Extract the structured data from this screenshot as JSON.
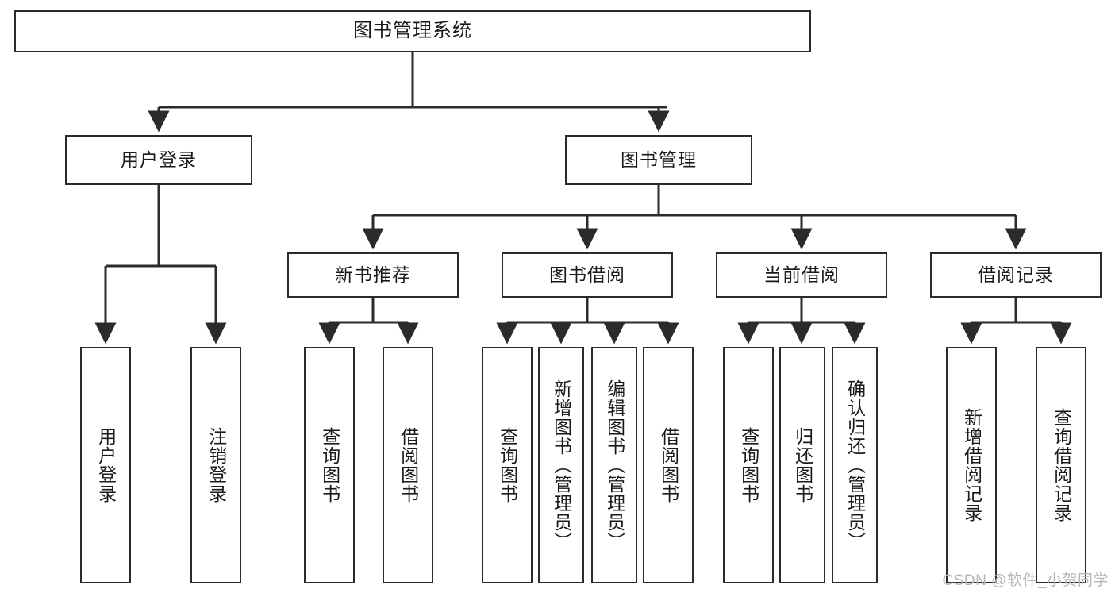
{
  "diagram": {
    "title": "图书管理系统",
    "type": "tree-hierarchy",
    "orientation": "top-down",
    "colors": {
      "stroke": "#2b2b2b",
      "node_fill": "#ffffff",
      "text": "#1a1a1a",
      "watermark": "#b7b7b7",
      "background": "#ffffff"
    },
    "nodes": {
      "root": {
        "label": "图书管理系统",
        "level": 0
      },
      "l1": [
        {
          "id": "user-login",
          "label": "用户登录",
          "level": 1
        },
        {
          "id": "book-manage",
          "label": "图书管理",
          "level": 1
        }
      ],
      "l2_user_login": [
        {
          "id": "login",
          "label": "用户登录",
          "level": 2
        },
        {
          "id": "logout",
          "label": "注销登录",
          "level": 2
        }
      ],
      "l2_book_manage": [
        {
          "id": "new-book-recommend",
          "label": "新书推荐",
          "level": 2
        },
        {
          "id": "book-borrow",
          "label": "图书借阅",
          "level": 2
        },
        {
          "id": "current-borrow",
          "label": "当前借阅",
          "level": 2
        },
        {
          "id": "borrow-record",
          "label": "借阅记录",
          "level": 2
        }
      ],
      "l3_new_book_recommend": [
        {
          "id": "query-book-1",
          "label": "查询图书",
          "level": 3
        },
        {
          "id": "borrow-book-1",
          "label": "借阅图书",
          "level": 3
        }
      ],
      "l3_book_borrow": [
        {
          "id": "query-book-2",
          "label": "查询图书",
          "level": 3
        },
        {
          "id": "add-book",
          "label": "新增图书（管理员）",
          "level": 3
        },
        {
          "id": "edit-book",
          "label": "编辑图书（管理员）",
          "level": 3
        },
        {
          "id": "borrow-book-2",
          "label": "借阅图书",
          "level": 3
        }
      ],
      "l3_current_borrow": [
        {
          "id": "query-book-3",
          "label": "查询图书",
          "level": 3
        },
        {
          "id": "return-book",
          "label": "归还图书",
          "level": 3
        },
        {
          "id": "confirm-return",
          "label": "确认归还（管理员）",
          "level": 3
        }
      ],
      "l3_borrow_record": [
        {
          "id": "add-borrow-record",
          "label": "新增借阅记录",
          "level": 3
        },
        {
          "id": "query-borrow-record",
          "label": "查询借阅记录",
          "level": 3
        }
      ]
    },
    "watermark": "CSDN @软件_小贺同学"
  }
}
